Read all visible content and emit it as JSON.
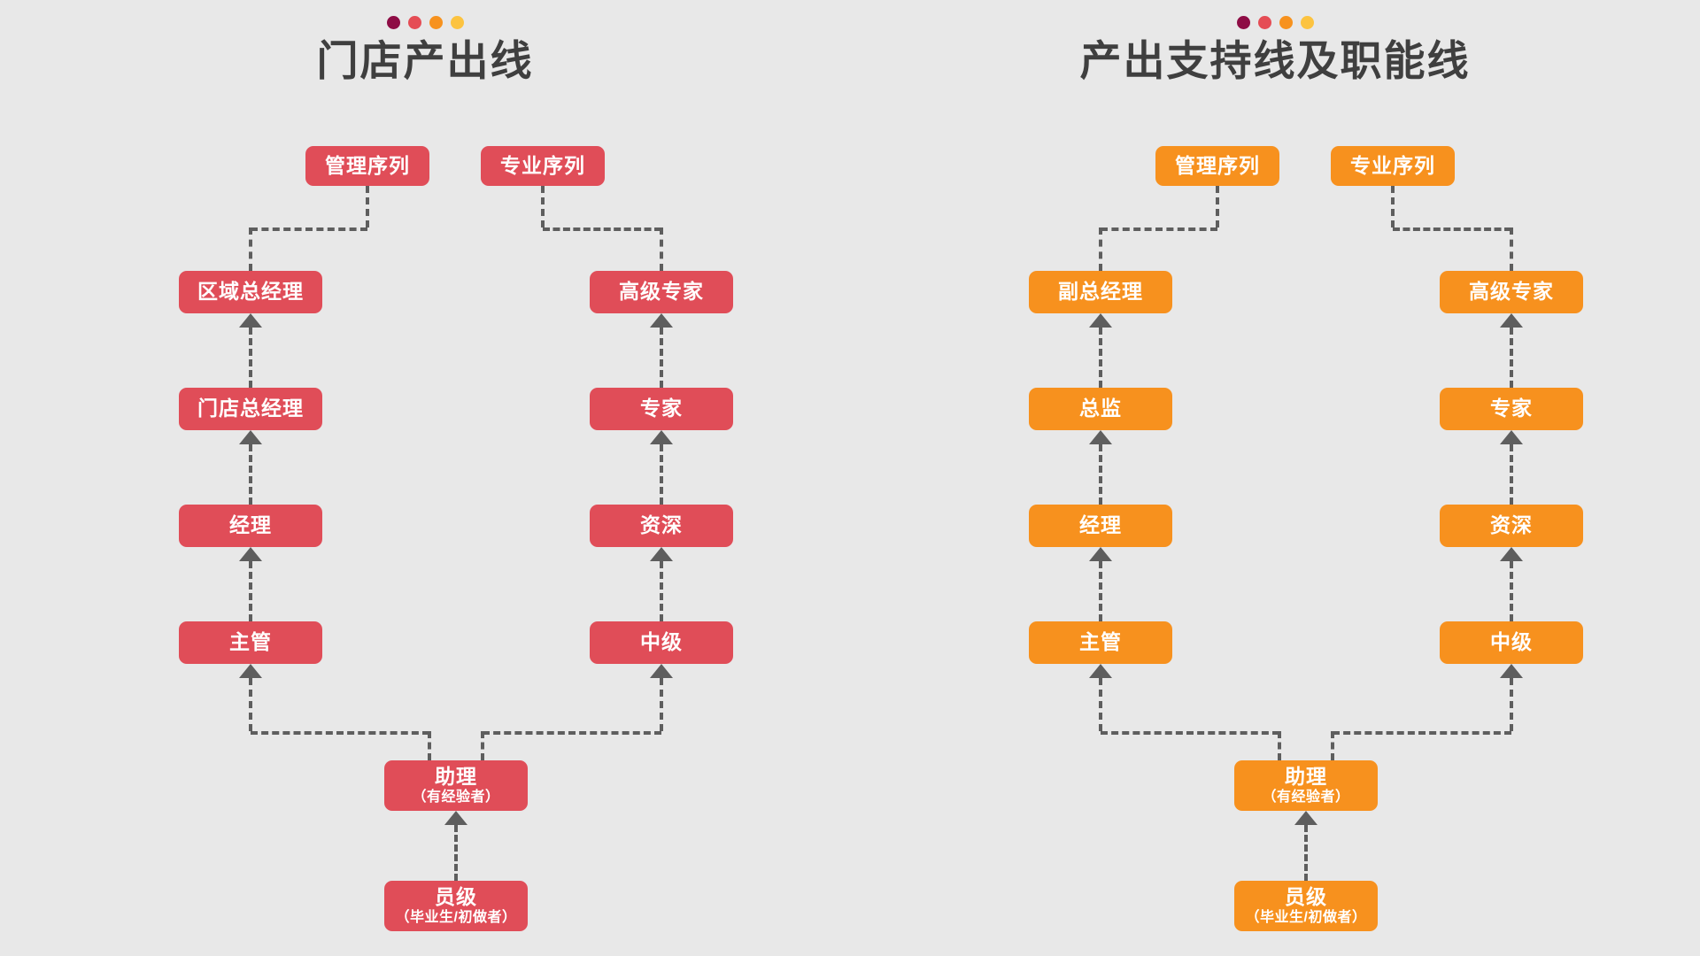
{
  "theme": {
    "background": "#e8e8e8",
    "title_color": "#3f3f3f",
    "connector_color": "#5e5e5e",
    "left_accent": "#e04d58",
    "right_accent": "#f7911e",
    "dot_colors": [
      "#8e0d45",
      "#e54d55",
      "#f7921e",
      "#fcc340"
    ]
  },
  "panels": [
    {
      "id": "store-output-line",
      "title": "门店产出线",
      "accent": "#e04d58",
      "dots": [
        "#8e0d45",
        "#e54d55",
        "#f7921e",
        "#fcc340"
      ],
      "sequences": [
        {
          "id": "management",
          "label": "管理序列"
        },
        {
          "id": "professional",
          "label": "专业序列"
        }
      ],
      "management_track": [
        {
          "label": "区域总经理"
        },
        {
          "label": "门店总经理"
        },
        {
          "label": "经理"
        },
        {
          "label": "主管"
        }
      ],
      "professional_track": [
        {
          "label": "高级专家"
        },
        {
          "label": "专家"
        },
        {
          "label": "资深"
        },
        {
          "label": "中级"
        }
      ],
      "base_track": [
        {
          "label": "助理",
          "sub": "（有经验者）"
        },
        {
          "label": "员级",
          "sub": "（毕业生/初做者）"
        }
      ]
    },
    {
      "id": "output-support-and-function-line",
      "title": "产出支持线及职能线",
      "accent": "#f7911e",
      "dots": [
        "#8e0d45",
        "#e54d55",
        "#f7921e",
        "#fcc340"
      ],
      "sequences": [
        {
          "id": "management",
          "label": "管理序列"
        },
        {
          "id": "professional",
          "label": "专业序列"
        }
      ],
      "management_track": [
        {
          "label": "副总经理"
        },
        {
          "label": "总监"
        },
        {
          "label": "经理"
        },
        {
          "label": "主管"
        }
      ],
      "professional_track": [
        {
          "label": "高级专家"
        },
        {
          "label": "专家"
        },
        {
          "label": "资深"
        },
        {
          "label": "中级"
        }
      ],
      "base_track": [
        {
          "label": "助理",
          "sub": "（有经验者）"
        },
        {
          "label": "员级",
          "sub": "（毕业生/初做者）"
        }
      ]
    }
  ]
}
